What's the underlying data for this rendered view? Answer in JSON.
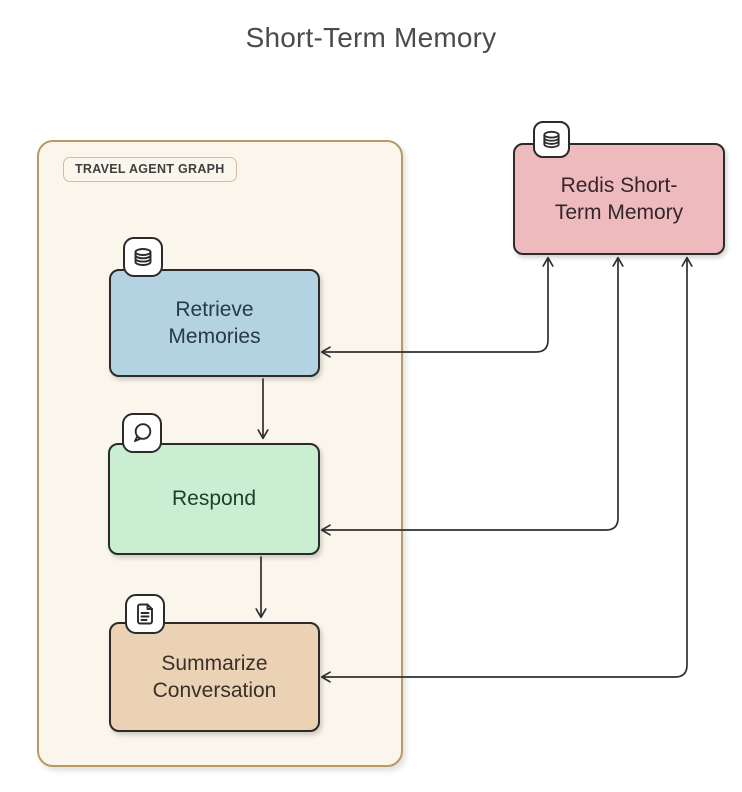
{
  "page": {
    "title": "Short-Term Memory",
    "background_color": "#ffffff",
    "title_color": "#4b4b4b"
  },
  "diagram": {
    "container": {
      "label": "TRAVEL AGENT GRAPH",
      "fill": "#faf6ec",
      "border_color": "#b89a62"
    },
    "node_border_color": "#2b2b2b",
    "edge_color": "#2f2f2f",
    "nodes": [
      {
        "id": "redis-short-term-memory",
        "label": "Redis Short-\nTerm Memory",
        "icon": "database-icon",
        "fill": "#eebabd",
        "text_color": "#35262b",
        "inside_container": false
      },
      {
        "id": "retrieve-memories",
        "label": "Retrieve\nMemories",
        "icon": "database-icon",
        "fill": "#b3d3e3",
        "text_color": "#27394a",
        "inside_container": true
      },
      {
        "id": "respond",
        "label": "Respond",
        "icon": "chat-bubble-icon",
        "fill": "#caeed2",
        "text_color": "#1c3f2d",
        "inside_container": true
      },
      {
        "id": "summarize-conversation",
        "label": "Summarize\nConversation",
        "icon": "document-icon",
        "fill": "#ebd2b4",
        "text_color": "#39302a",
        "inside_container": true
      }
    ],
    "edges": [
      {
        "from": "retrieve-memories",
        "to": "redis-short-term-memory",
        "bidirectional": true
      },
      {
        "from": "respond",
        "to": "redis-short-term-memory",
        "bidirectional": true
      },
      {
        "from": "summarize-conversation",
        "to": "redis-short-term-memory",
        "bidirectional": true
      },
      {
        "from": "retrieve-memories",
        "to": "respond",
        "bidirectional": false
      },
      {
        "from": "respond",
        "to": "summarize-conversation",
        "bidirectional": false
      }
    ]
  }
}
